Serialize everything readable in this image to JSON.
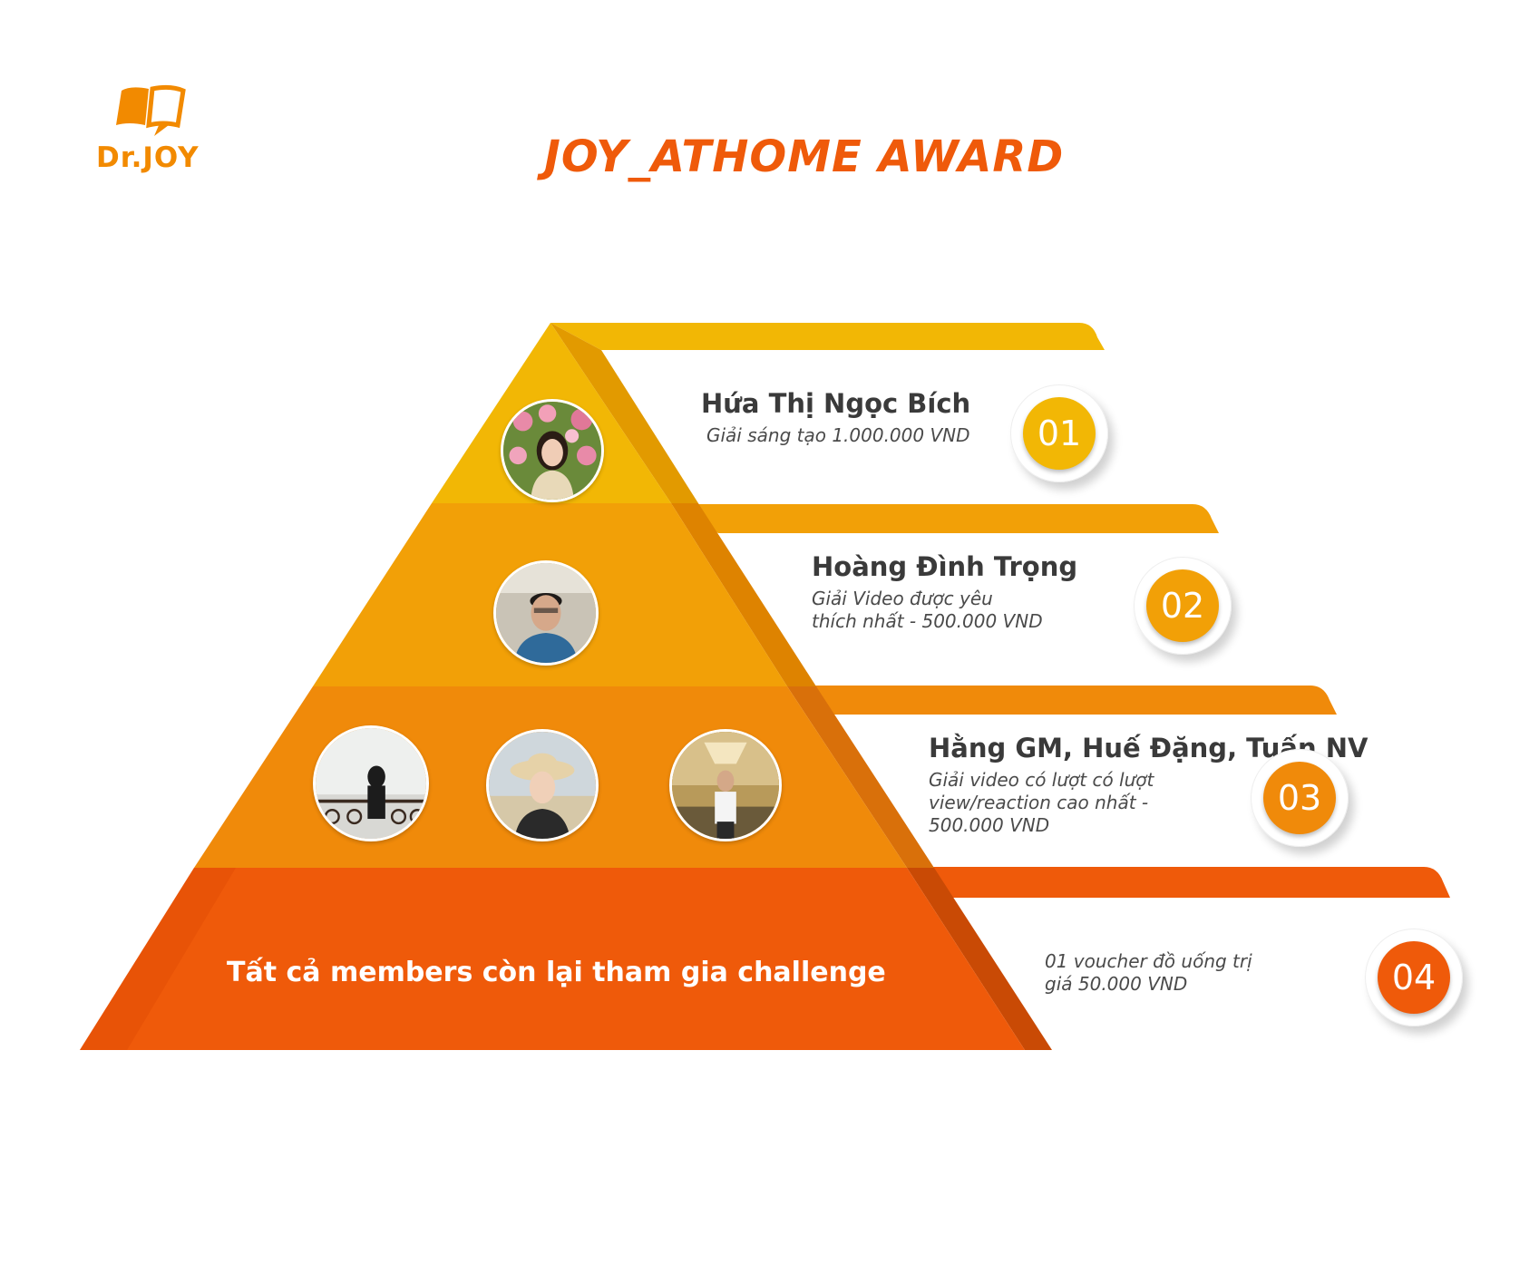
{
  "logo": {
    "text": "Dr.JOY",
    "icon": "book-chat-icon"
  },
  "title": "JOY_ATHOME AWARD",
  "colors": {
    "tier1": "#f2b705",
    "tier2": "#f2a007",
    "tier3": "#f08a0a",
    "tier4": "#ef5a0a",
    "title": "#ef5a0a"
  },
  "tiers": [
    {
      "rank": "01",
      "name": "Hứa Thị Ngọc Bích",
      "desc": "Giải sáng tạo 1.000.000 VND"
    },
    {
      "rank": "02",
      "name": "Hoàng Đình Trọng",
      "desc": "Giải Video được yêu\nthích nhất - 500.000 VND"
    },
    {
      "rank": "03",
      "name": "Hằng GM, Huế Đặng, Tuấn NV",
      "desc": "Giải video có lượt có lượt\nview/reaction cao nhất -\n500.000 VND"
    },
    {
      "rank": "04",
      "name": "",
      "desc": "01 voucher đồ uống trị\ngiá 50.000 VND"
    }
  ],
  "base_text": "Tất cả members còn lại tham gia challenge"
}
